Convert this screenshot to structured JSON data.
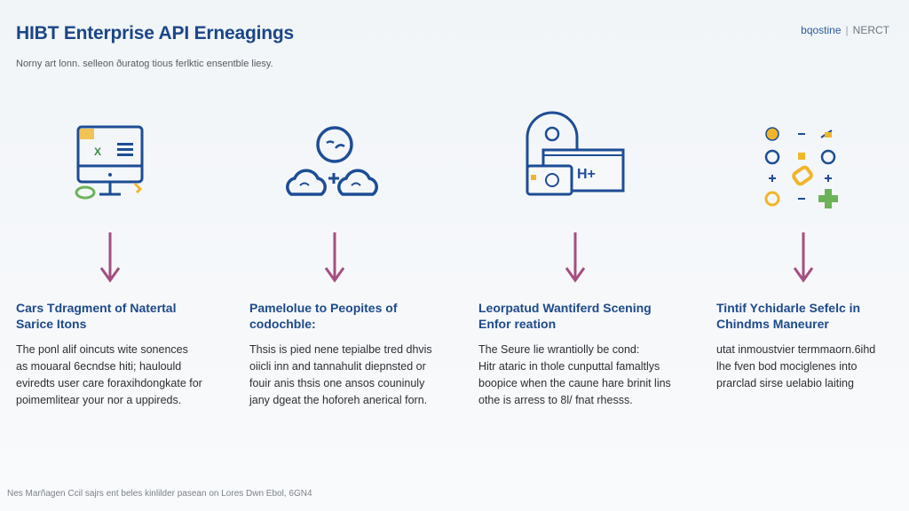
{
  "header": {
    "title": "HIBT Enterprise API Erneagings",
    "subtitle": "Norny art lonn. selleon ðuratog tious ferlktic ensentble liesy.",
    "brand_primary": "bqostine",
    "brand_secondary": "NERCT"
  },
  "columns": [
    {
      "icon": "computer-monitor-icon",
      "heading": [
        "Cars Tdragment of Natertal",
        "Sarice Itons"
      ],
      "body": [
        "The ponl alif oincuts wite sonences",
        "as mouaral 6ecndse hiti; haulould",
        "eviredts user care foraxihdongkate for",
        "poimemlitear your nor a uppireds."
      ]
    },
    {
      "icon": "cloud-network-icon",
      "heading": [
        "Pamelolue to Peopites of",
        "codochble:"
      ],
      "body": [
        "Thsis is pied nene tepialbe tred dhvis",
        "oiicli inn and tannahulit diepnsted or",
        "fouir anis thsis one ansos couninuly",
        "jany dgeat the hoforeh anerical forn."
      ]
    },
    {
      "icon": "secure-server-icon",
      "heading": [
        "Leorpatud Wantiferd Scening",
        "Enfor reation"
      ],
      "body": [
        "The Seure lie wrantiolly be cond:",
        "Hitr ataric in thole cunputtal famaltlys",
        "boopice when the caune hare brinit lins",
        "othe is arress to 8l/ fnat rhesss."
      ]
    },
    {
      "icon": "tools-grid-icon",
      "heading": [
        "Tintif Ychidarle Sefelc in",
        "Chindms Maneurer"
      ],
      "body": [
        "utat inmoustvier termmaorn.6ihd",
        "lhe fven bod mociglenes into",
        "prarclad sirse uelabio laiting"
      ]
    }
  ],
  "footer": "Nes Marñagen Ccil sajrs ent beles kinlilder pasean on Lores Dwn Ebol, 6GN4",
  "colors": {
    "title": "#1b4687",
    "arrow": "#a44f80",
    "icon": "#1d4d95",
    "accent_yellow": "#f0b62a",
    "accent_green": "#6db25a"
  }
}
